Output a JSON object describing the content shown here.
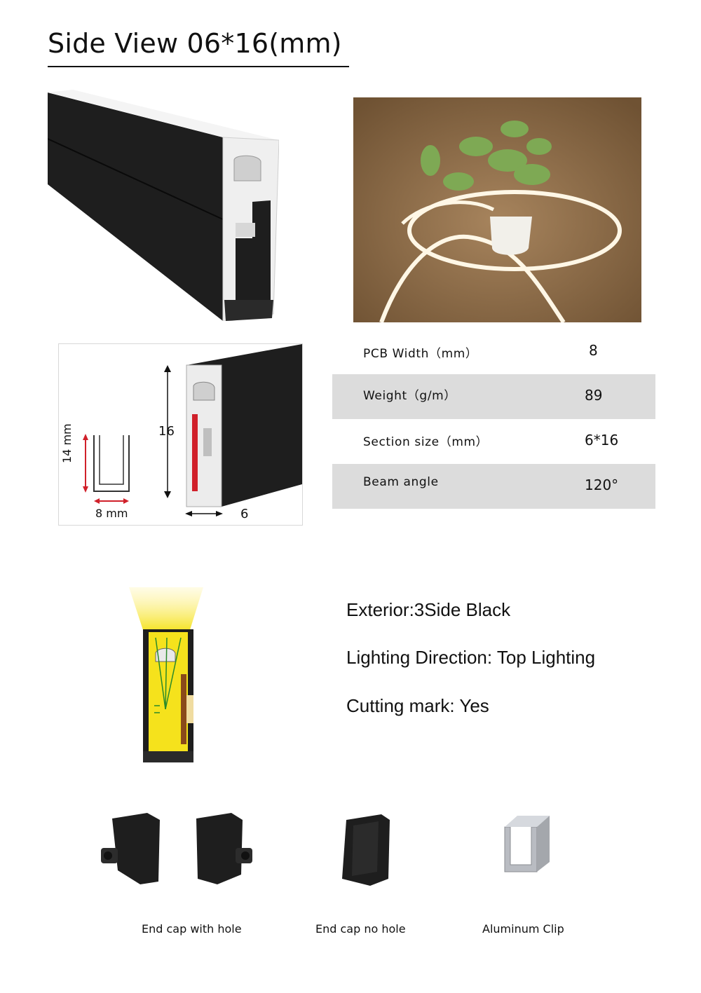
{
  "header": {
    "title": "Side View 06*16(mm)"
  },
  "dimensions": {
    "u_height": "14 mm",
    "u_width": "8 mm",
    "profile_height": "16",
    "profile_width": "6"
  },
  "specs": [
    {
      "label": "PCB Width（mm）",
      "value": "8"
    },
    {
      "label": "Weight（g/m）",
      "value": "89"
    },
    {
      "label": "Section size（mm）",
      "value": "6*16"
    },
    {
      "label": "Beam angle",
      "value": "120°"
    }
  ],
  "features": {
    "exterior": "Exterior:3Side Black",
    "lighting_direction": "Lighting Direction: Top Lighting",
    "cutting_mark": "Cutting mark: Yes"
  },
  "accessories": [
    {
      "label": "End cap with hole"
    },
    {
      "label": "End cap no hole"
    },
    {
      "label": "Aluminum Clip"
    }
  ],
  "colors": {
    "profile_black": "#1e1e1e",
    "silicone_white": "#f1f1f1",
    "row_shade": "#dcdcdc",
    "dimension_red": "#d0202a",
    "light_yellow": "#f5e21c",
    "photo_bg": "#8a6a47"
  }
}
